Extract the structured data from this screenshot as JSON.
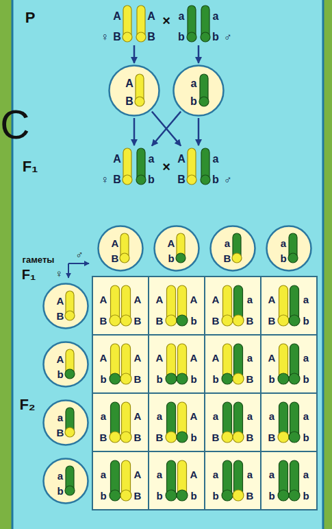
{
  "diagram": {
    "nodes": [
      {
        "text": [
          "A",
          "A",
          "♀",
          "B",
          "B"
        ]
      },
      {
        "text": [
          "a",
          "a",
          "b",
          "b",
          "♂"
        ]
      },
      {
        "text": [
          "A",
          "B"
        ]
      },
      {
        "text": [
          "a",
          "b"
        ]
      },
      {
        "text": [
          "A",
          "a",
          "♀",
          "B",
          "b"
        ]
      },
      {
        "text": [
          "A",
          "a",
          "B",
          "b",
          "♂"
        ]
      },
      {
        "text": [
          "A",
          "B"
        ]
      },
      {
        "text": [
          "A",
          "b"
        ]
      },
      {
        "text": [
          "a",
          "B"
        ]
      },
      {
        "text": [
          "a",
          "b"
        ]
      },
      {
        "text": [
          "A",
          "B"
        ]
      },
      {
        "text": [
          "A",
          "A",
          "B",
          "B"
        ]
      },
      {
        "text": [
          "A",
          "A",
          "B",
          "b"
        ]
      },
      {
        "text": [
          "A",
          "a",
          "B",
          "B"
        ]
      },
      {
        "text": [
          "A",
          "a",
          "B",
          "b"
        ]
      },
      {
        "text": [
          "A",
          "b"
        ]
      },
      {
        "text": [
          "A",
          "A",
          "b",
          "B"
        ]
      },
      {
        "text": [
          "A",
          "A",
          "b",
          "b"
        ]
      },
      {
        "text": [
          "A",
          "a",
          "b",
          "B"
        ]
      },
      {
        "text": [
          "A",
          "a",
          "b",
          "b"
        ]
      },
      {
        "text": [
          "a",
          "B"
        ]
      },
      {
        "text": [
          "a",
          "A",
          "B",
          "B"
        ]
      },
      {
        "text": [
          "a",
          "A",
          "B",
          "b"
        ]
      },
      {
        "text": [
          "a",
          "a",
          "B",
          "B"
        ]
      },
      {
        "text": [
          "a",
          "a",
          "B",
          "b"
        ]
      },
      {
        "text": [
          "a",
          "b"
        ]
      },
      {
        "text": [
          "a",
          "A",
          "b",
          "B"
        ]
      },
      {
        "text": [
          "a",
          "A",
          "b",
          "b"
        ]
      },
      {
        "text": [
          "a",
          "a",
          "b",
          "B"
        ]
      },
      {
        "text": [
          "a",
          "a",
          "b",
          "b"
        ]
      }
    ],
    "edges": [
      {
        "from": 0,
        "to": 2,
        "arrow": "to"
      },
      {
        "from": 1,
        "to": 3,
        "arrow": "to"
      },
      {
        "from": 2,
        "to": 4,
        "arrow": "to"
      },
      {
        "from": 2,
        "to": 5,
        "arrow": "to"
      },
      {
        "from": 3,
        "to": 4,
        "arrow": "to"
      },
      {
        "from": 3,
        "to": 5,
        "arrow": "to"
      }
    ],
    "labels": [
      "P",
      "×",
      "С",
      "F₁",
      "×",
      "гаметы",
      "F₁",
      "♂",
      "♀",
      "F₂"
    ]
  }
}
